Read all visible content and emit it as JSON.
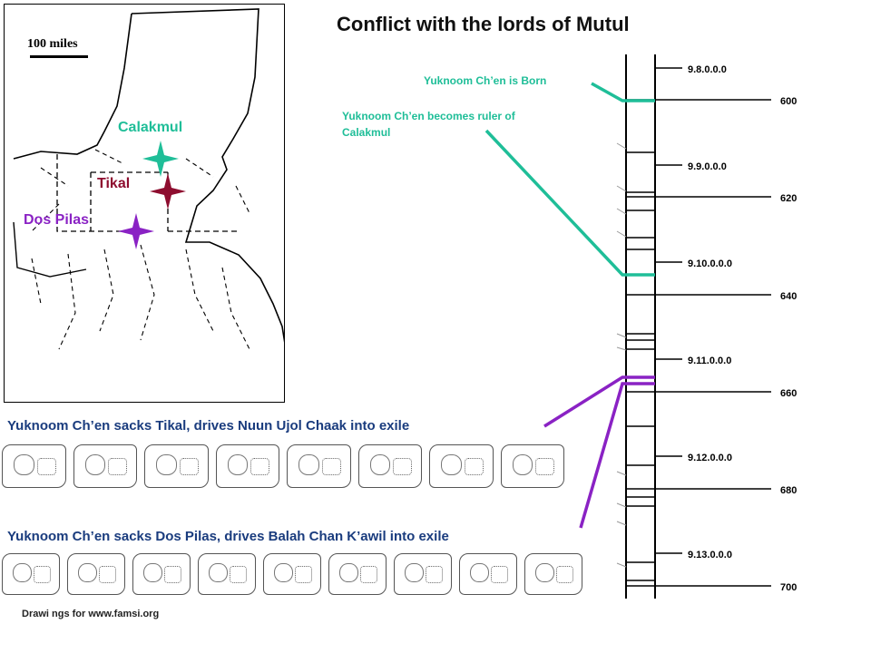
{
  "title": "Conflict with the lords of Mutul",
  "map": {
    "scale_label": "100 miles",
    "sites": {
      "calakmul": "Calakmul",
      "tikal": "Tikal",
      "dos_pilas": "Dos Pilas"
    }
  },
  "events": {
    "born": "Yuknoom Ch’en is Born",
    "becomes_ruler": "Yuknoom Ch’en becomes ruler of Calakmul"
  },
  "sacks": {
    "tikal": "Yuknoom Ch’en sacks Tikal, drives Nuun Ujol Chaak into exile",
    "dos_pilas": "Yuknoom Ch’en sacks Dos Pilas, drives Balah Chan K’awil into exile"
  },
  "timeline": {
    "long_count": [
      "9.8.0.0.0",
      "9.9.0.0.0",
      "9.10.0.0.0",
      "9.11.0.0.0",
      "9.12.0.0.0",
      "9.13.0.0.0"
    ],
    "years": [
      "600",
      "620",
      "640",
      "660",
      "680",
      "700"
    ]
  },
  "credit": "Drawi ngs for www.famsi.org",
  "colors": {
    "calakmul": "#1fbe98",
    "tikal": "#8e0d2f",
    "dos_pilas": "#8a22c4",
    "sack_text": "#1a3c7e"
  }
}
